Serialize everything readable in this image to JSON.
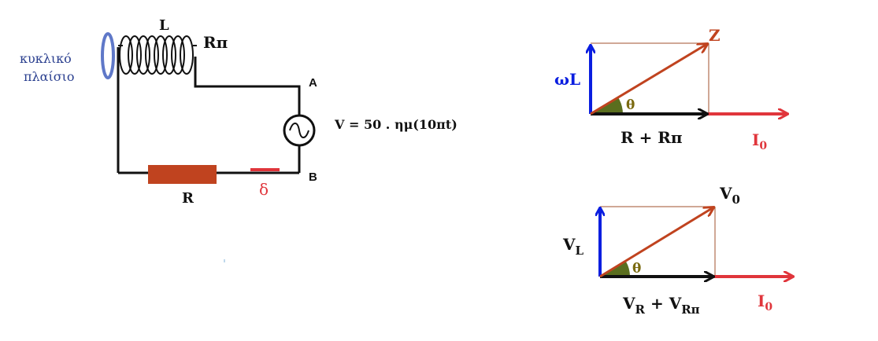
{
  "colors": {
    "wire": "#111111",
    "resistor": "#c0431f",
    "switch": "#e0353b",
    "frame": "#5f78c8",
    "frame_text": "#2a3f8f",
    "blue_vector": "#0a1ee0",
    "brown_vector": "#c0431f",
    "red_vector": "#e0353b",
    "black_vector": "#111111",
    "angle_fill": "#5a6e1e",
    "theta_text": "#7a6a10",
    "guide_line": "#a0522d"
  },
  "circuit": {
    "inductor_label": "L",
    "inductor_resistance_label": "Rπ",
    "frame_label_line1": "κυκλικό",
    "frame_label_line2": "πλαίσιο",
    "node_a": "A",
    "node_b": "B",
    "source_equation": "V = 50 . ημ(10πt)",
    "resistor_label": "R",
    "switch_label": "δ"
  },
  "phasor_impedance": {
    "vertical_label": "ωL",
    "diagonal_label": "Z",
    "angle_label": "θ",
    "horizontal_label": "R + Rπ",
    "current_label_main": "I",
    "current_label_sub": "0"
  },
  "phasor_voltage": {
    "vertical_label_main": "V",
    "vertical_label_sub": "L",
    "diagonal_label_main": "V",
    "diagonal_label_sub": "0",
    "angle_label": "θ",
    "horizontal_label_v1": "V",
    "horizontal_label_s1": "R",
    "horizontal_label_plus": " + ",
    "horizontal_label_v2": "V",
    "horizontal_label_s2": "Rπ",
    "current_label_main": "I",
    "current_label_sub": "0"
  }
}
